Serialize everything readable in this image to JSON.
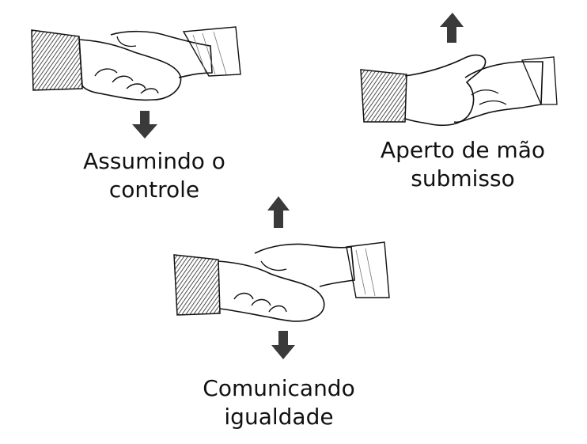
{
  "diagram": {
    "colors": {
      "ink": "#111111",
      "arrow": "#3a3a3a",
      "paper": "#ffffff"
    },
    "panels": [
      {
        "id": "control",
        "caption_lines": [
          "Assumindo o",
          "controle"
        ],
        "arrow": "down"
      },
      {
        "id": "submissive",
        "caption_lines": [
          "Aperto de mão",
          "submisso"
        ],
        "arrow": "up"
      },
      {
        "id": "equality",
        "caption_lines": [
          "Comunicando",
          "igualdade"
        ],
        "arrows": [
          "up",
          "down"
        ]
      }
    ]
  }
}
